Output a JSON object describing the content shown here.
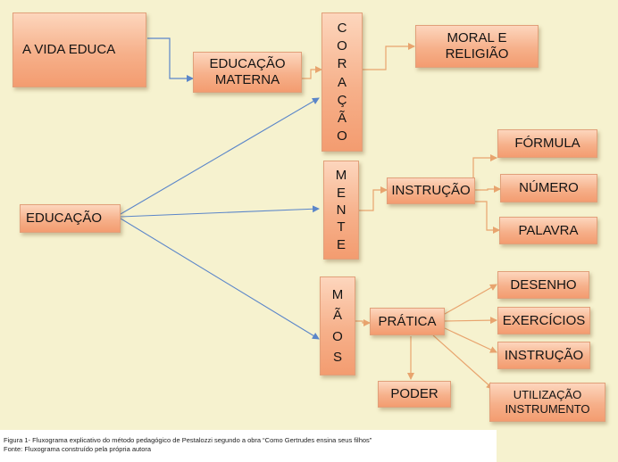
{
  "nodes": {
    "vida_educa": "A VIDA EDUCA",
    "educacao_materna": [
      "EDUCAÇÃO",
      "MATERNA"
    ],
    "coracao": [
      "C",
      "O",
      "R",
      "A",
      "Ç",
      "Ã",
      "O"
    ],
    "moral_religiao": [
      "MORAL E",
      "RELIGIÃO"
    ],
    "educacao": "EDUCAÇÃO",
    "mente": [
      "M",
      "E",
      "N",
      "T",
      "E"
    ],
    "instrucao_mente": "INSTRUÇÃO",
    "formula": "FÓRMULA",
    "numero": "NÚMERO",
    "palavra": "PALAVRA",
    "maos": [
      "M",
      "Ã",
      "O",
      "S"
    ],
    "pratica": "PRÁTICA",
    "desenho": "DESENHO",
    "exercicios": "EXERCÍCIOS",
    "instrucao_pratica": "INSTRUÇÃO",
    "poder": "PODER",
    "utilizacao": [
      "UTILIZAÇÃO",
      "INSTRUMENTO"
    ]
  },
  "caption": {
    "figure": "Figura 1- Fluxograma explicativo do método pedagógico de Pestalozzi segundo  a obra “Como Gertrudes ensina seus filhos”",
    "source": "Fonte: Fluxograma construído pela própria autora"
  },
  "colors": {
    "background": "#f6f2cf",
    "box_fill": "#f6b08a",
    "orange_connector": "#e8a46e",
    "blue_connector": "#5b86c9"
  }
}
